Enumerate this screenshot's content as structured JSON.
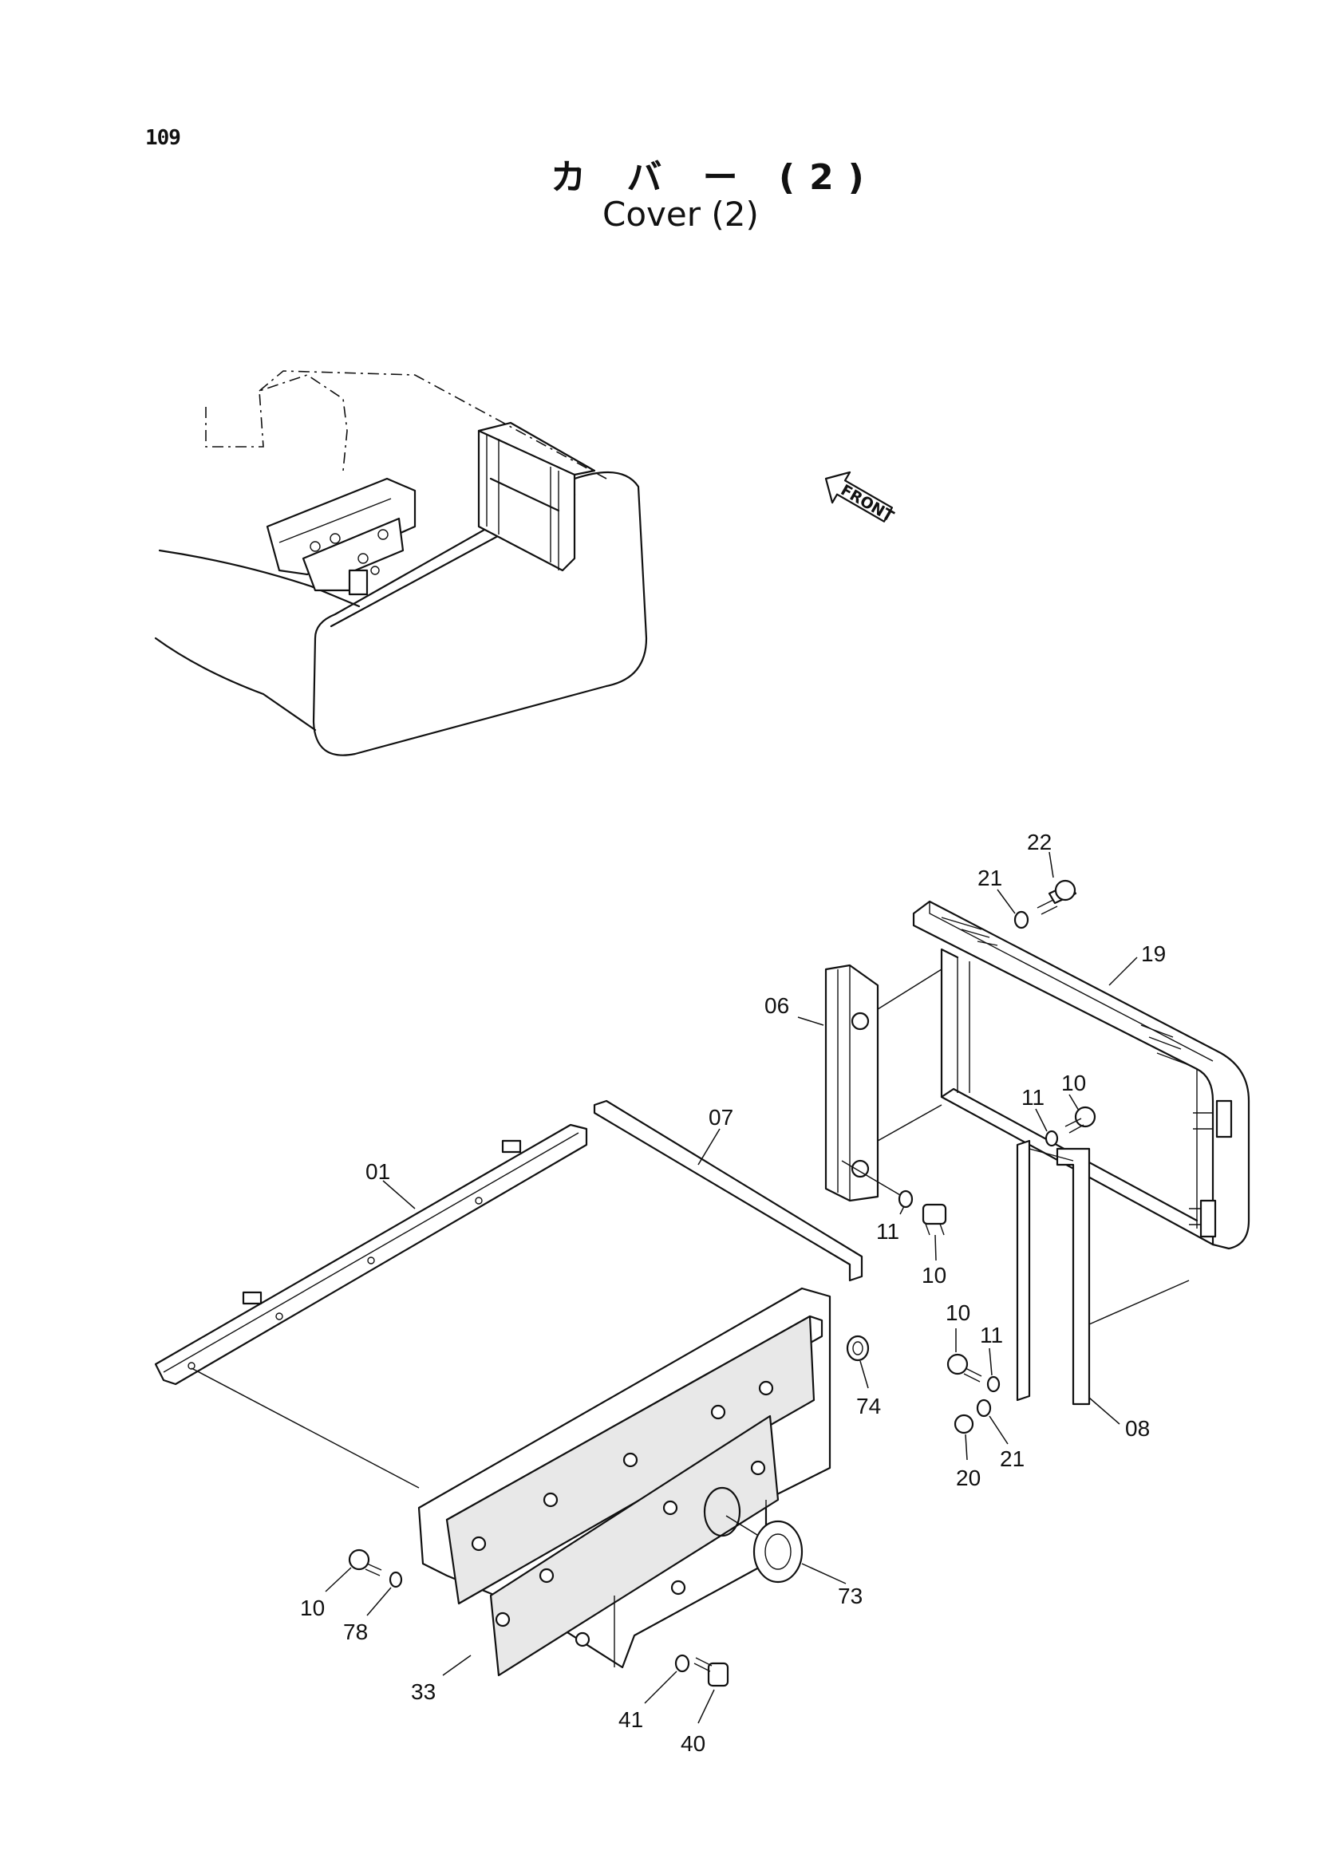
{
  "page": {
    "number": "109"
  },
  "title": {
    "japanese": "カ バ ー (2)",
    "english": "Cover (2)"
  },
  "direction_arrow": {
    "text": "FRONT"
  },
  "callouts": [
    "22",
    "21",
    "19",
    "06",
    "10",
    "11",
    "07",
    "01",
    "11",
    "10",
    "74",
    "10",
    "11",
    "08",
    "21",
    "20",
    "73",
    "10",
    "78",
    "33",
    "41",
    "40"
  ],
  "icons": {
    "front-arrow": "front-arrow-icon"
  }
}
